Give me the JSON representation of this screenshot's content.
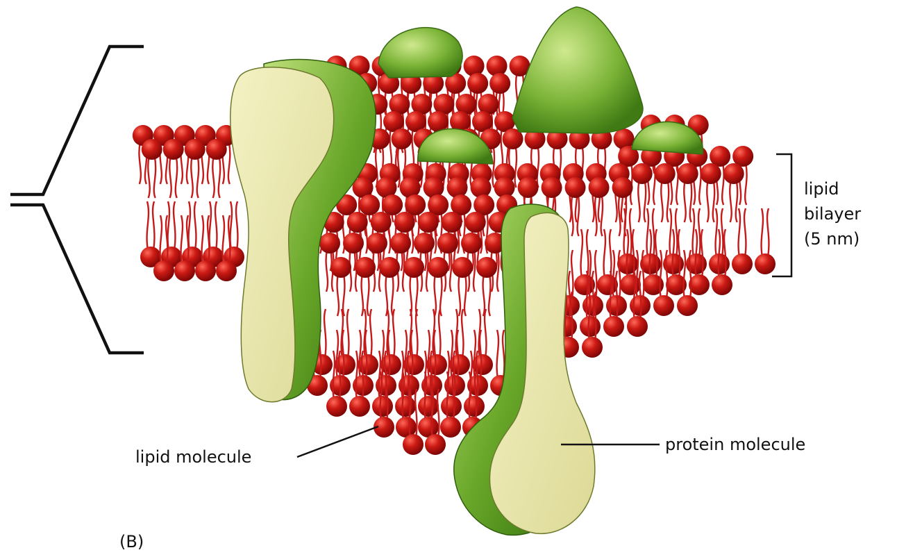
{
  "labels": {
    "bilayer_line1": "lipid",
    "bilayer_line2": "bilayer",
    "bilayer_line3": "(5 nm)",
    "lipid_molecule": "lipid molecule",
    "protein_molecule": "protein molecule",
    "panel": "(B)"
  },
  "colors": {
    "lipid_head": "#c81818",
    "lipid_head_dark": "#8e0a0a",
    "lipid_tail": "#c41a1a",
    "protein_light": "#ecebb2",
    "protein_green": "#5f9e22",
    "protein_dark": "#3a7a12",
    "ink": "#111111"
  }
}
